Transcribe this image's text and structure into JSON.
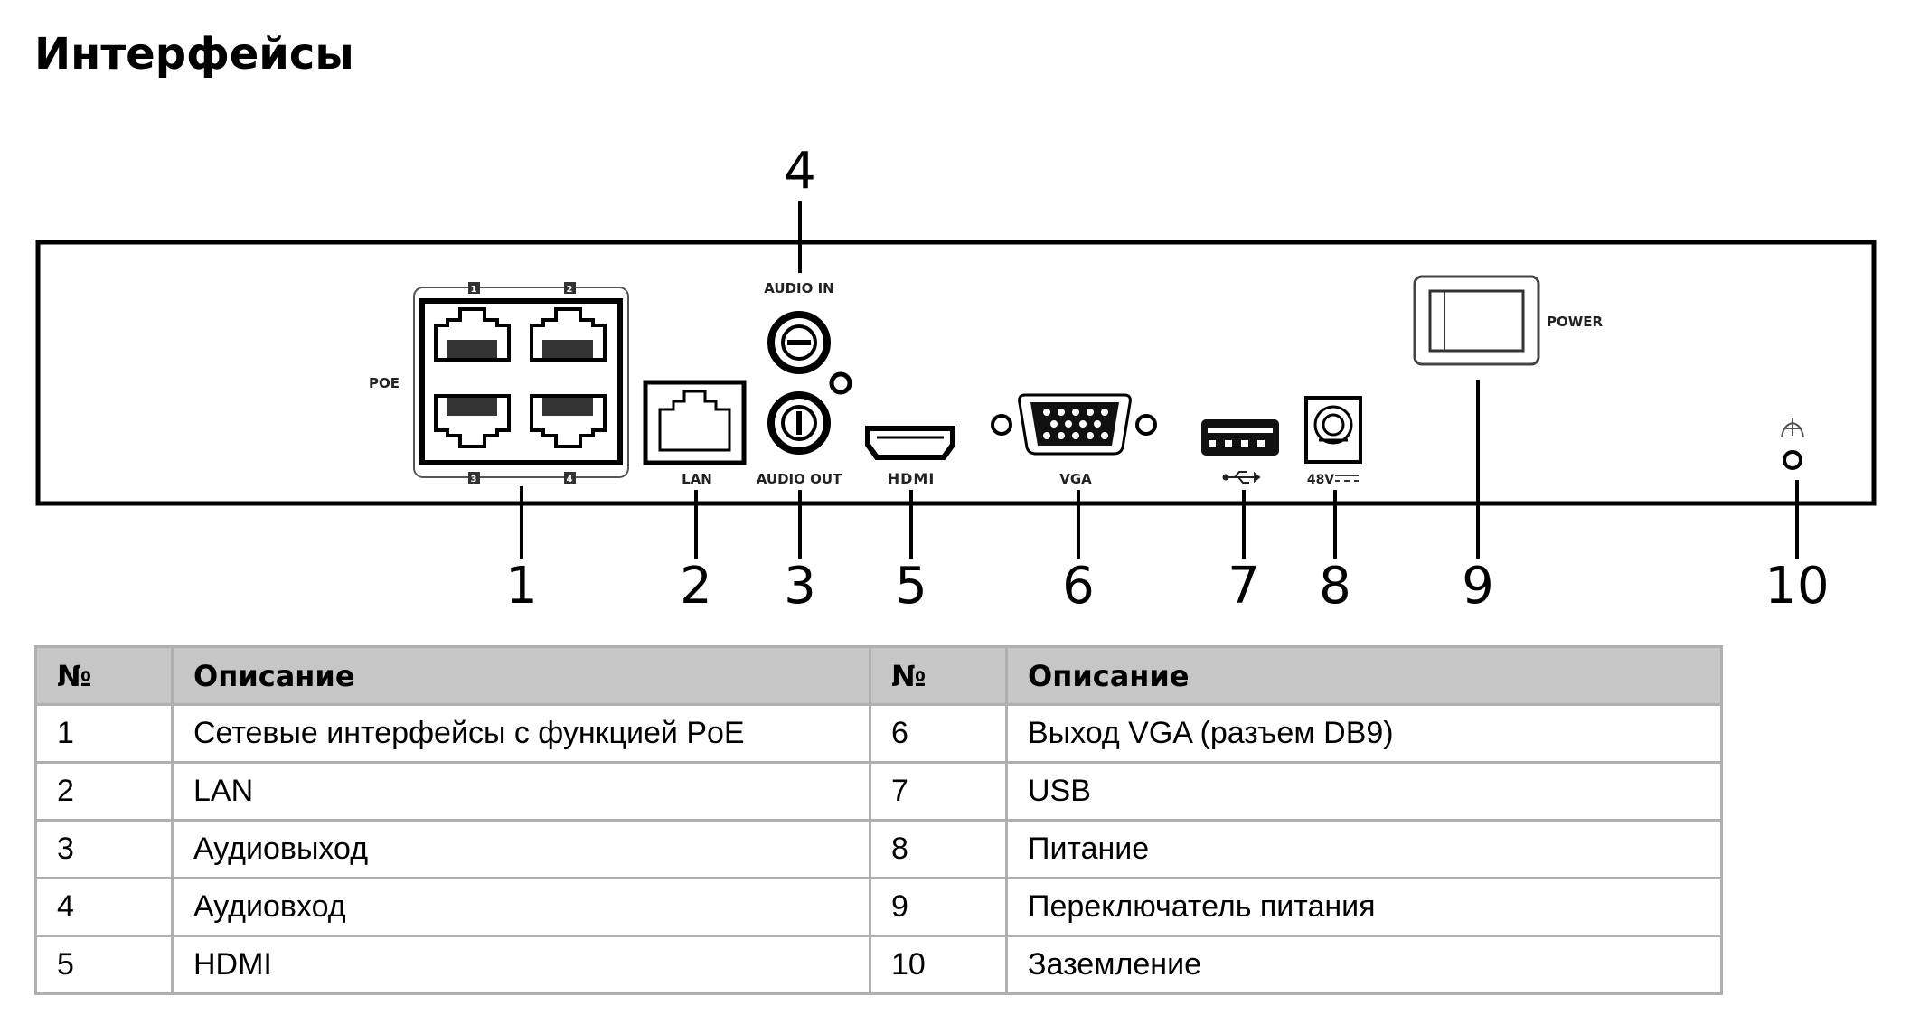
{
  "title": "Интерфейсы",
  "panel_labels": {
    "poe": "POE",
    "poe_port_numbers": [
      "1",
      "2",
      "3",
      "4"
    ],
    "lan": "LAN",
    "audio_in": "AUDIO IN",
    "audio_out": "AUDIO OUT",
    "hdmi": "HDMI",
    "vga": "VGA",
    "usb_symbol": "usb-icon",
    "power_input": "48V",
    "power_switch": "POWER",
    "ground_symbol": "ground-icon"
  },
  "callouts": [
    "1",
    "2",
    "3",
    "4",
    "5",
    "6",
    "7",
    "8",
    "9",
    "10"
  ],
  "table": {
    "headers": [
      "№",
      "Описание",
      "№",
      "Описание"
    ],
    "rows": [
      {
        "n1": "1",
        "d1": "Сетевые интерфейсы с функцией PoE",
        "n2": "6",
        "d2": "Выход VGA (разъем DB9)"
      },
      {
        "n1": "2",
        "d1": "LAN",
        "n2": "7",
        "d2": "USB"
      },
      {
        "n1": "3",
        "d1": "Аудиовыход",
        "n2": "8",
        "d2": "Питание"
      },
      {
        "n1": "4",
        "d1": "Аудиовход",
        "n2": "9",
        "d2": "Переключатель питания"
      },
      {
        "n1": "5",
        "d1": "HDMI",
        "n2": "10",
        "d2": "Заземление"
      }
    ]
  },
  "colors": {
    "header_bg": "#c6c6c6",
    "border": "#b0b0b0"
  }
}
